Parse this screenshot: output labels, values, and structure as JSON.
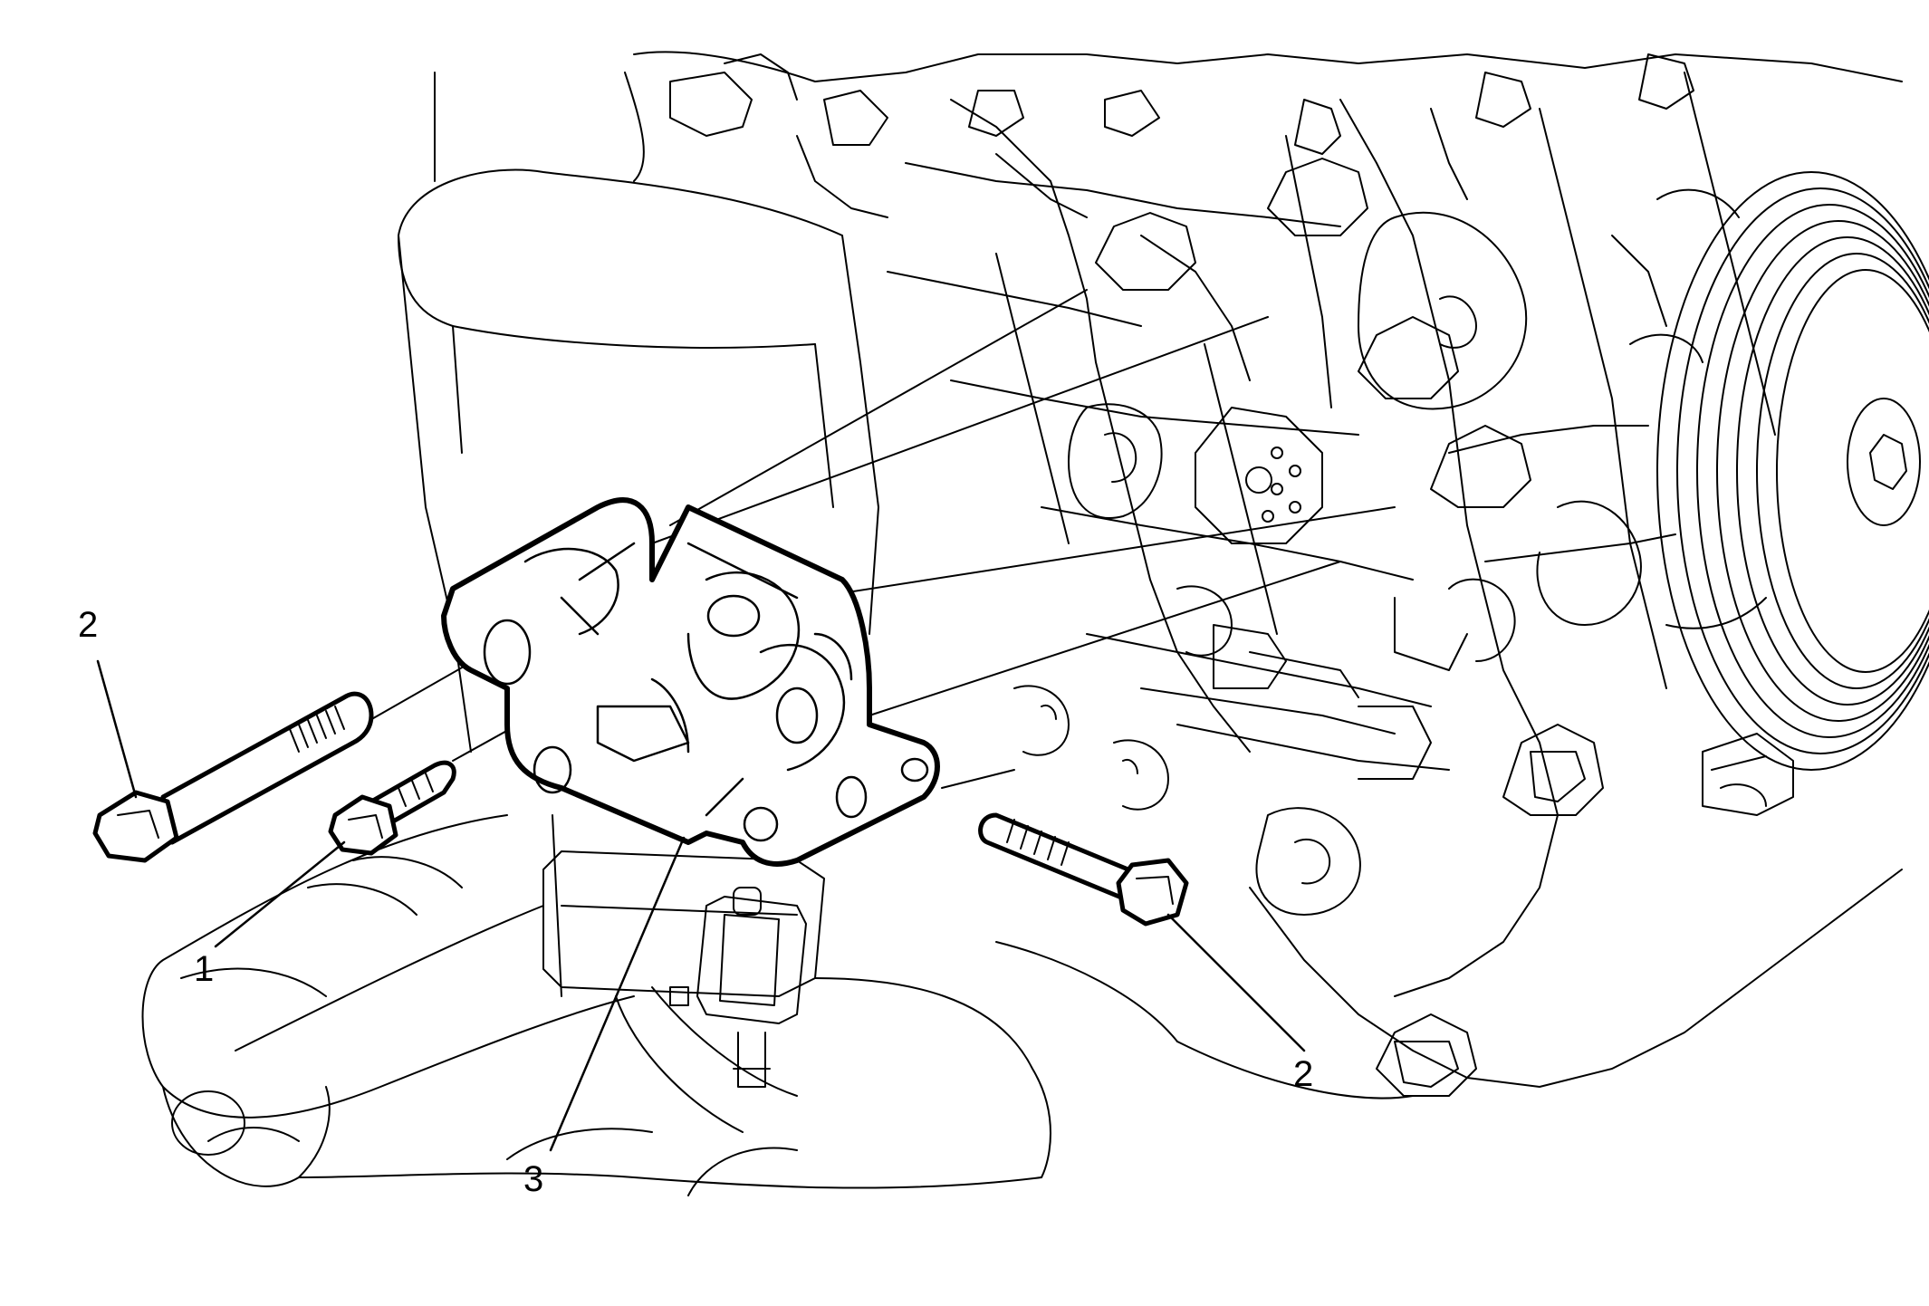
{
  "figure": {
    "style": "black line art on white background",
    "line_color": "#000000",
    "background_color": "#ffffff",
    "components": [
      "exhaust-pipe",
      "catalytic-converter",
      "engine-block",
      "crankshaft-pulley",
      "bracket",
      "long-bolt",
      "short-bolt",
      "oxygen-sensor"
    ]
  },
  "callouts": [
    {
      "id": "callout-2-left",
      "label": "2"
    },
    {
      "id": "callout-1",
      "label": "1"
    },
    {
      "id": "callout-3",
      "label": "3"
    },
    {
      "id": "callout-2-right",
      "label": "2"
    }
  ]
}
